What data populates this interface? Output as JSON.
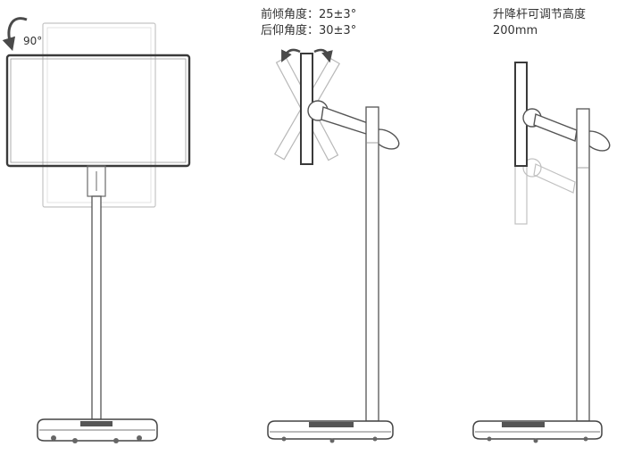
{
  "labels": {
    "rotation": "90°",
    "tilt_forward": "前倾角度：25±3°",
    "tilt_backward": "后仰角度：30±3°",
    "lift_title": "升降杆可调节高度",
    "lift_value": "200mm"
  },
  "icons": {
    "rotation": "curved-arrow-icon",
    "tilt": "double-curved-arrow-icon"
  },
  "colors": {
    "stroke": "#4a4a4a",
    "faded": "#b8b8b8",
    "screen": "#ffffff"
  }
}
